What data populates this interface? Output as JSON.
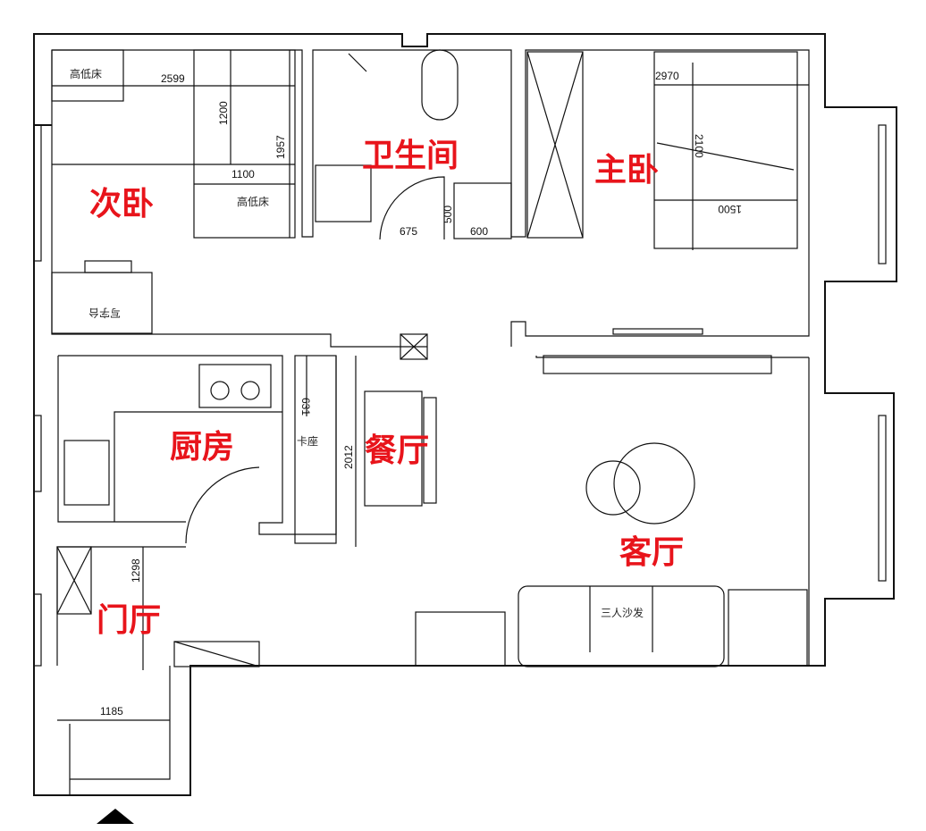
{
  "rooms": {
    "second_bedroom": "次卧",
    "bathroom": "卫生间",
    "master_bedroom": "主卧",
    "kitchen": "厨房",
    "dining": "餐厅",
    "living": "客厅",
    "foyer": "门厅"
  },
  "furniture": {
    "bunk_bed_1": "高低床",
    "bunk_bed_2": "高低床",
    "desk": "写字台",
    "booth_seat": "卡座",
    "sofa": "三人沙发"
  },
  "dimensions": {
    "d2599": "2599",
    "d1200": "1200",
    "d1957": "1957",
    "d1100": "1100",
    "d675": "675",
    "d500": "500",
    "d600": "600",
    "d2970": "2970",
    "d2100": "2100",
    "d1500": "1500",
    "d631": "631",
    "d2012": "2012",
    "d1298": "1298",
    "d1185": "1185"
  },
  "colors": {
    "room_label": "#e8141b",
    "line": "#111111"
  }
}
